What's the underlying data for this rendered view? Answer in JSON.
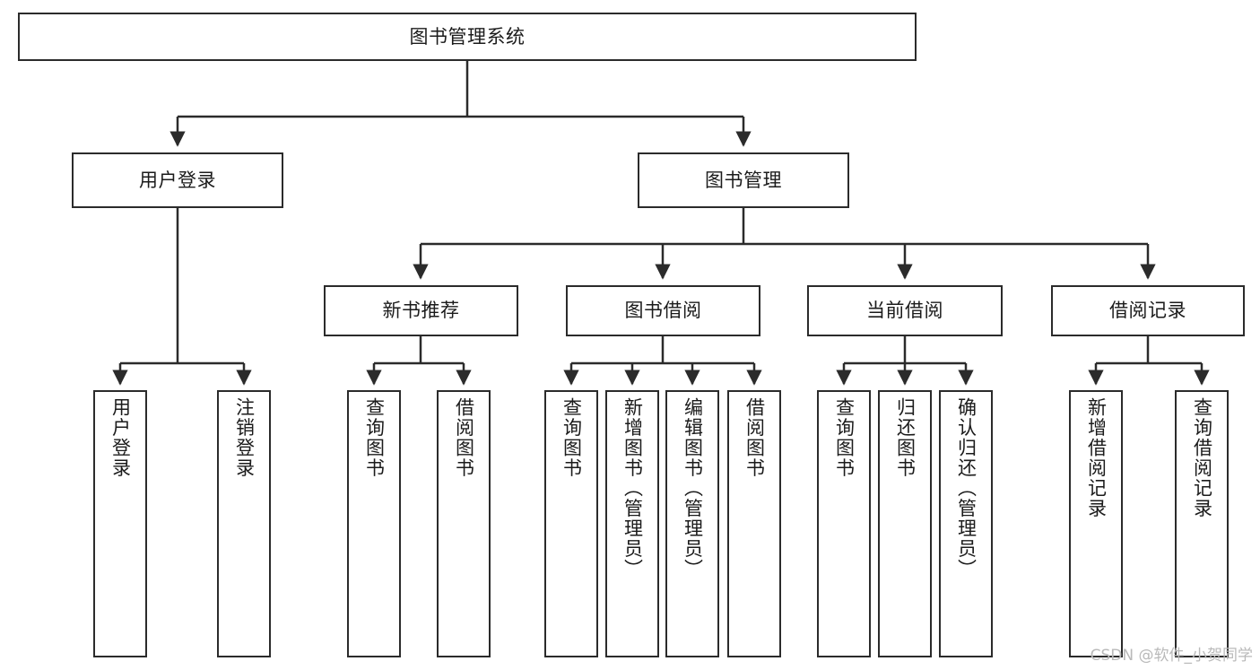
{
  "diagram": {
    "type": "tree",
    "title": "图书管理系统",
    "root": {
      "id": "root",
      "label": "图书管理系统"
    },
    "level2": [
      {
        "id": "user-login",
        "label": "用户登录"
      },
      {
        "id": "book-manage",
        "label": "图书管理"
      }
    ],
    "level3": [
      {
        "id": "new-book-rec",
        "label": "新书推荐"
      },
      {
        "id": "book-borrow",
        "label": "图书借阅"
      },
      {
        "id": "current-borrow",
        "label": "当前借阅"
      },
      {
        "id": "borrow-record",
        "label": "借阅记录"
      }
    ],
    "leaves": [
      {
        "id": "leaf-user-login",
        "label": "用户登录",
        "parent": "user-login"
      },
      {
        "id": "leaf-logout",
        "label": "注销登录",
        "parent": "user-login"
      },
      {
        "id": "leaf-query-book-1",
        "label": "查询图书",
        "parent": "new-book-rec"
      },
      {
        "id": "leaf-borrow-book-1",
        "label": "借阅图书",
        "parent": "new-book-rec"
      },
      {
        "id": "leaf-query-book-2",
        "label": "查询图书",
        "parent": "book-borrow"
      },
      {
        "id": "leaf-add-book",
        "label": "新增图书（管理员）",
        "parent": "book-borrow"
      },
      {
        "id": "leaf-edit-book",
        "label": "编辑图书（管理员）",
        "parent": "book-borrow"
      },
      {
        "id": "leaf-borrow-book-2",
        "label": "借阅图书",
        "parent": "book-borrow"
      },
      {
        "id": "leaf-query-book-3",
        "label": "查询图书",
        "parent": "current-borrow"
      },
      {
        "id": "leaf-return-book",
        "label": "归还图书",
        "parent": "current-borrow"
      },
      {
        "id": "leaf-confirm-return",
        "label": "确认归还（管理员）",
        "parent": "current-borrow"
      },
      {
        "id": "leaf-add-record",
        "label": "新增借阅记录",
        "parent": "borrow-record"
      },
      {
        "id": "leaf-query-record",
        "label": "查询借阅记录",
        "parent": "borrow-record"
      }
    ],
    "colors": {
      "box_border": "#2b2b2b",
      "box_fill": "#ffffff",
      "connector": "#2b2b2b",
      "text": "#1b1b1b",
      "background": "#ffffff",
      "watermark": "#b9b9b9"
    }
  },
  "watermark": {
    "text": "CSDN @软件_小贺同学"
  }
}
